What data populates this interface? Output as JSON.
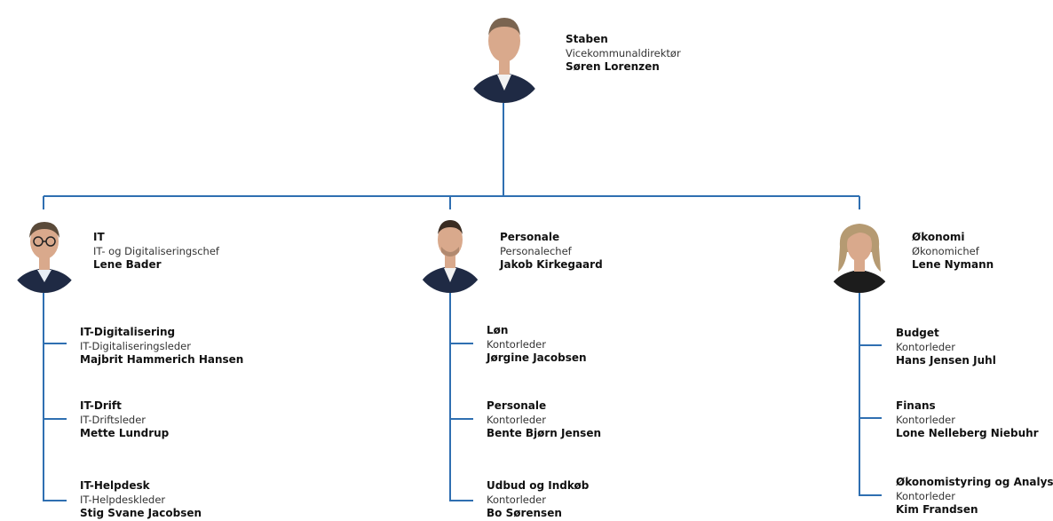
{
  "top": {
    "unit": "Staben",
    "role": "Vicekommunaldirektør",
    "name": "Søren Lorenzen"
  },
  "departments": [
    {
      "unit": "IT",
      "role": "IT- og Digitaliseringschef",
      "name": "Lene Bader",
      "subunits": [
        {
          "unit": "IT-Digitalisering",
          "role": "IT-Digitaliseringsleder",
          "name": "Majbrit Hammerich Hansen"
        },
        {
          "unit": "IT-Drift",
          "role": "IT-Driftsleder",
          "name": "Mette Lundrup"
        },
        {
          "unit": "IT-Helpdesk",
          "role": "IT-Helpdeskleder",
          "name": "Stig Svane Jacobsen"
        }
      ]
    },
    {
      "unit": "Personale",
      "role": "Personalechef",
      "name": "Jakob Kirkegaard",
      "subunits": [
        {
          "unit": "Løn",
          "role": "Kontorleder",
          "name": "Jørgine Jacobsen"
        },
        {
          "unit": "Personale",
          "role": "Kontorleder",
          "name": "Bente Bjørn Jensen"
        },
        {
          "unit": "Udbud og Indkøb",
          "role": "Kontorleder",
          "name": "Bo Sørensen"
        }
      ]
    },
    {
      "unit": "Økonomi",
      "role": "Økonomichef",
      "name": "Lene Nymann",
      "subunits": [
        {
          "unit": "Budget",
          "role": "Kontorleder",
          "name": "Hans Jensen Juhl"
        },
        {
          "unit": "Finans",
          "role": "Kontorleder",
          "name": "Lone Nelleberg Niebuhr"
        },
        {
          "unit": "Økonomistyring og Analyse",
          "role": "Kontorleder",
          "name": "Kim Frandsen"
        }
      ]
    }
  ],
  "colors": {
    "connector": "#2f6fb1",
    "suit": "#1f2a44",
    "shirt_white": "#f2f2f2",
    "skin": "#d9a98c",
    "hair_dark": "#3a2c22",
    "hair_grey": "#7a7a7a",
    "hair_blonde": "#b59a72",
    "sweater_black": "#1c1c1c"
  }
}
